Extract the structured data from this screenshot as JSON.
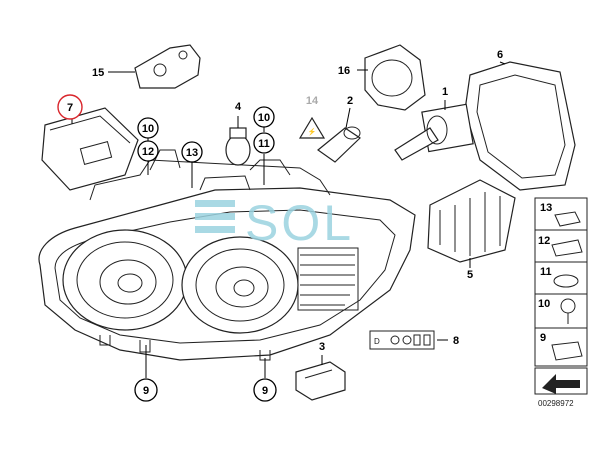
{
  "diagram": {
    "callouts": {
      "c1": "1",
      "c2": "2",
      "c3": "3",
      "c4": "4",
      "c5": "5",
      "c6": "6",
      "c7": "7",
      "c8": "8",
      "c9a": "9",
      "c9b": "9",
      "c10a": "10",
      "c10b": "10",
      "c11": "11",
      "c12": "12",
      "c13": "13",
      "c14": "14",
      "c15": "15",
      "c16": "16"
    },
    "watermark": "SOL",
    "legend_items": {
      "i13": "13",
      "i12": "12",
      "i11": "11",
      "i10": "10",
      "i9": "9"
    },
    "catalog_number": "00298972",
    "accent_color": "#d9262c",
    "watermark_color": "#9bd3e0"
  }
}
